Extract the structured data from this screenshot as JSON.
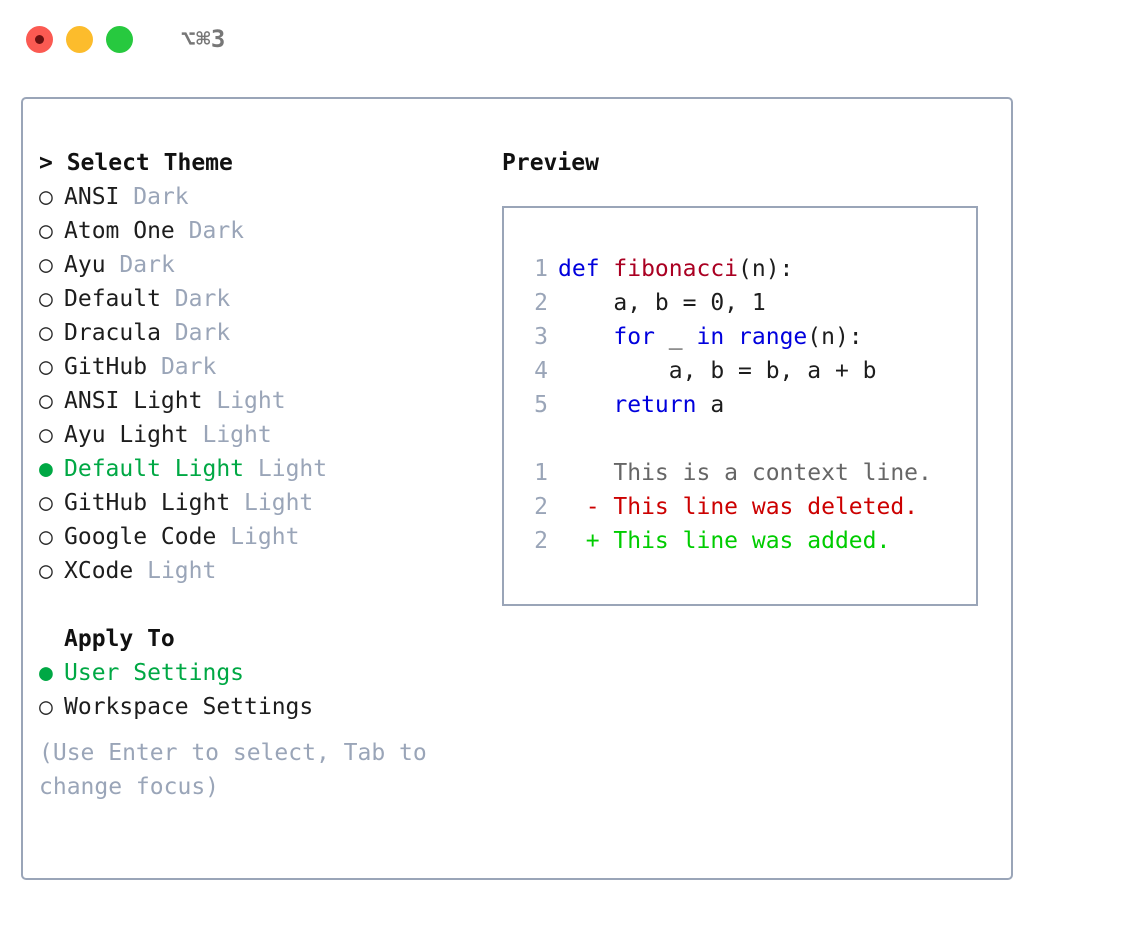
{
  "titlebar": {
    "shortcut": "⌥⌘3",
    "buttons": [
      "close-button",
      "minimize-button",
      "maximize-button"
    ]
  },
  "theme_panel": {
    "header": "> Select Theme",
    "header_prefix": "> ",
    "items": [
      {
        "marker": "○",
        "name": "ANSI",
        "variant": "Dark",
        "selected": false
      },
      {
        "marker": "○",
        "name": "Atom One",
        "variant": "Dark",
        "selected": false
      },
      {
        "marker": "○",
        "name": "Ayu",
        "variant": "Dark",
        "selected": false
      },
      {
        "marker": "○",
        "name": "Default",
        "variant": "Dark",
        "selected": false
      },
      {
        "marker": "○",
        "name": "Dracula",
        "variant": "Dark",
        "selected": false
      },
      {
        "marker": "○",
        "name": "GitHub",
        "variant": "Dark",
        "selected": false
      },
      {
        "marker": "○",
        "name": "ANSI Light",
        "variant": "Light",
        "selected": false
      },
      {
        "marker": "○",
        "name": "Ayu Light",
        "variant": "Light",
        "selected": false
      },
      {
        "marker": "●",
        "name": "Default Light",
        "variant": "Light",
        "selected": true
      },
      {
        "marker": "○",
        "name": "GitHub Light",
        "variant": "Light",
        "selected": false
      },
      {
        "marker": "○",
        "name": "Google Code",
        "variant": "Light",
        "selected": false
      },
      {
        "marker": "○",
        "name": "XCode",
        "variant": "Light",
        "selected": false
      }
    ]
  },
  "apply_to": {
    "header": "Apply To",
    "items": [
      {
        "marker": "●",
        "name": "User Settings",
        "selected": true
      },
      {
        "marker": "○",
        "name": "Workspace Settings",
        "selected": false
      }
    ]
  },
  "help": {
    "text": "(Use Enter to select, Tab to change focus)"
  },
  "preview": {
    "title": "Preview",
    "code_lines": [
      {
        "number": "1",
        "tokens": [
          {
            "text": "def ",
            "style": "kw"
          },
          {
            "text": "fibonacci",
            "style": "fn"
          },
          {
            "text": "(n):",
            "style": "plain"
          }
        ]
      },
      {
        "number": "2",
        "tokens": [
          {
            "text": "    a, b = 0, 1",
            "style": "plain"
          }
        ]
      },
      {
        "number": "3",
        "tokens": [
          {
            "text": "    ",
            "style": "plain"
          },
          {
            "text": "for",
            "style": "kw"
          },
          {
            "text": " _ ",
            "style": "plain"
          },
          {
            "text": "in range",
            "style": "kw"
          },
          {
            "text": "(n):",
            "style": "plain"
          }
        ]
      },
      {
        "number": "4",
        "tokens": [
          {
            "text": "        a, b = b, a + b",
            "style": "plain"
          }
        ]
      },
      {
        "number": "5",
        "tokens": [
          {
            "text": "    ",
            "style": "plain"
          },
          {
            "text": "return",
            "style": "kw"
          },
          {
            "text": " a",
            "style": "plain"
          }
        ]
      }
    ],
    "diff_lines": [
      {
        "number": "1",
        "marker": "  ",
        "text": "This is a context line.",
        "style": "ctx"
      },
      {
        "number": "2",
        "marker": "- ",
        "text": "This line was deleted.",
        "style": "del"
      },
      {
        "number": "2",
        "marker": "+ ",
        "text": "This line was added.",
        "style": "add"
      }
    ]
  },
  "colors": {
    "selected_green": "#00a844",
    "muted_blue_gray": "#9aa5b8",
    "keyword_blue": "#0000dd",
    "function_red": "#aa0022",
    "diff_deleted": "#cc0000",
    "diff_added": "#00cc00",
    "border": "#9aa5b8"
  }
}
